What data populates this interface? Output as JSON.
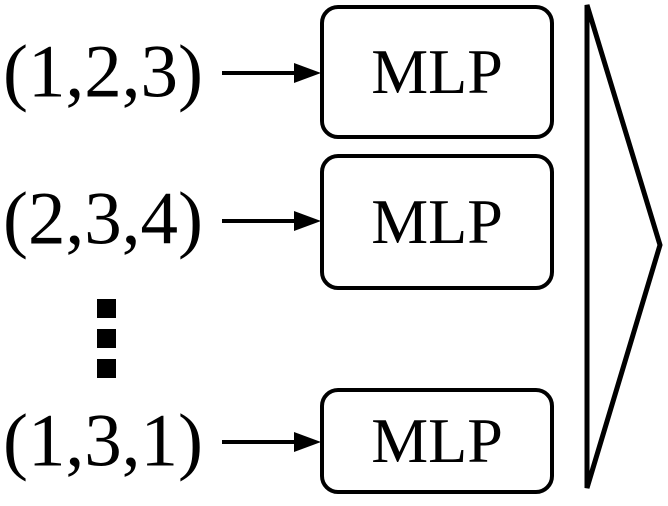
{
  "figure": {
    "background": "#ffffff",
    "stroke_color": "#000000",
    "rows": [
      {
        "input": "(1,2,3)",
        "module": "MLP"
      },
      {
        "input": "(2,3,4)",
        "module": "MLP"
      },
      {
        "input": "(1,3,1)",
        "module": "MLP"
      }
    ],
    "icons": {
      "ellipsis": "vertical-ellipsis",
      "aggregator": "right-pointing-triangle"
    }
  }
}
